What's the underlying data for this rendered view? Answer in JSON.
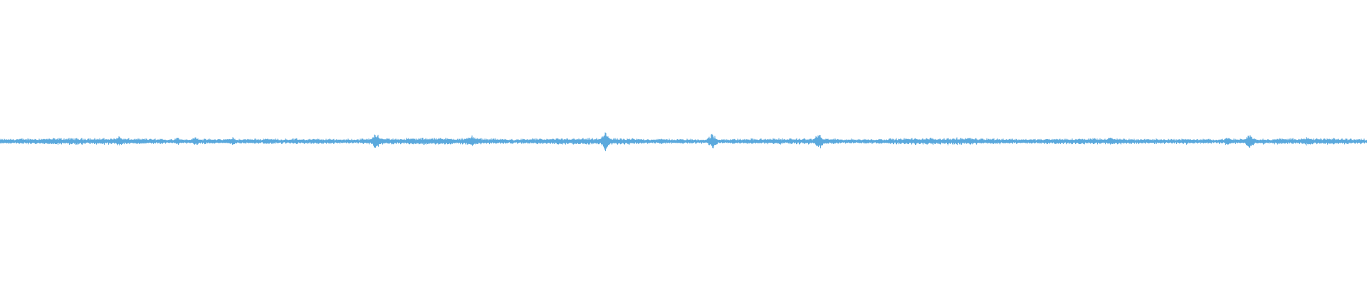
{
  "waveform": {
    "color": "#5BA9DD",
    "baseline_amplitude": 0.045,
    "peaks": [
      {
        "position": 0.087,
        "amplitude": 0.12
      },
      {
        "position": 0.13,
        "amplitude": 0.09
      },
      {
        "position": 0.143,
        "amplitude": 0.1
      },
      {
        "position": 0.17,
        "amplitude": 0.09
      },
      {
        "position": 0.195,
        "amplitude": 0.08
      },
      {
        "position": 0.275,
        "amplitude": 0.2
      },
      {
        "position": 0.322,
        "amplitude": 0.09
      },
      {
        "position": 0.345,
        "amplitude": 0.14
      },
      {
        "position": 0.443,
        "amplitude": 0.22
      },
      {
        "position": 0.521,
        "amplitude": 0.17
      },
      {
        "position": 0.599,
        "amplitude": 0.17
      },
      {
        "position": 0.643,
        "amplitude": 0.06
      },
      {
        "position": 0.709,
        "amplitude": 0.09
      },
      {
        "position": 0.79,
        "amplitude": 0.07
      },
      {
        "position": 0.812,
        "amplitude": 0.09
      },
      {
        "position": 0.868,
        "amplitude": 0.07
      },
      {
        "position": 0.898,
        "amplitude": 0.1
      },
      {
        "position": 0.914,
        "amplitude": 0.18
      },
      {
        "position": 0.956,
        "amplitude": 0.09
      }
    ]
  }
}
